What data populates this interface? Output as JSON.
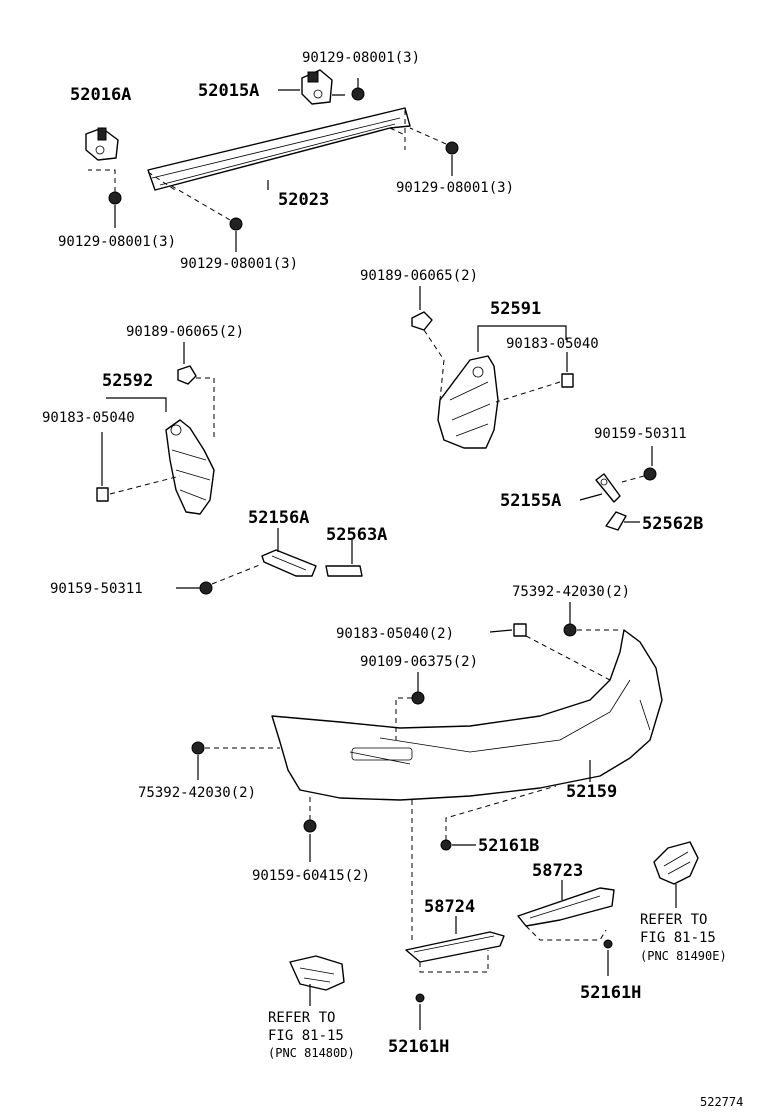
{
  "labels": {
    "l_52016A": "52016A",
    "l_52015A": "52015A",
    "l_90129_top": "90129-08001(3)",
    "l_90129_right": "90129-08001(3)",
    "l_52023": "52023",
    "l_90129_left": "90129-08001(3)",
    "l_90129_mid": "90129-08001(3)",
    "l_90189_right": "90189-06065(2)",
    "l_52591": "52591",
    "l_90183_right": "90183-05040",
    "l_90189_left": "90189-06065(2)",
    "l_52592": "52592",
    "l_90183_left": "90183-05040",
    "l_90159_50311_r": "90159-50311",
    "l_52155A": "52155A",
    "l_52562B": "52562B",
    "l_52156A": "52156A",
    "l_52563A": "52563A",
    "l_90159_50311_l": "90159-50311",
    "l_75392_right": "75392-42030(2)",
    "l_90183_2": "90183-05040(2)",
    "l_90109": "90109-06375(2)",
    "l_75392_left": "75392-42030(2)",
    "l_52159": "52159",
    "l_52161B": "52161B",
    "l_90159_60415": "90159-60415(2)",
    "l_58723": "58723",
    "l_58724": "58724",
    "l_52161H_right": "52161H",
    "l_52161H_bottom": "52161H",
    "ref_right_1": "REFER TO",
    "ref_right_2": "FIG 81-15",
    "ref_right_3": "(PNC 81490E)",
    "ref_left_1": "REFER TO",
    "ref_left_2": "FIG 81-15",
    "ref_left_3": "(PNC 81480D)",
    "figure_id": "522774"
  }
}
